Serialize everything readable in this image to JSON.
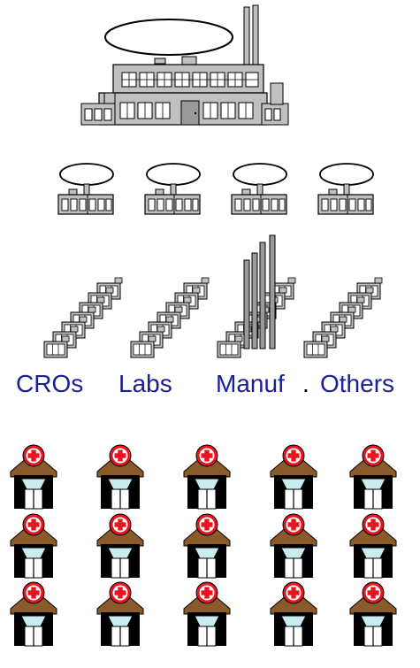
{
  "labels": {
    "cros": "CROs",
    "labs": "Labs",
    "manuf": "Manuf",
    "dot": ".",
    "others": "Others"
  },
  "colors": {
    "label_blue": "#1a2196",
    "factory_gray": "#c0c0c0",
    "window_gray": "#9a9a9a",
    "roof_brown": "#8b5a2b",
    "cross_red": "#e8141e",
    "house_black": "#000000",
    "door_cyan": "#c8ecf0"
  },
  "icons": {
    "main": "factory-icon",
    "sub": "sub-factory-icon",
    "stack": "factory-stack-icon",
    "house": "hospital-house-icon"
  }
}
